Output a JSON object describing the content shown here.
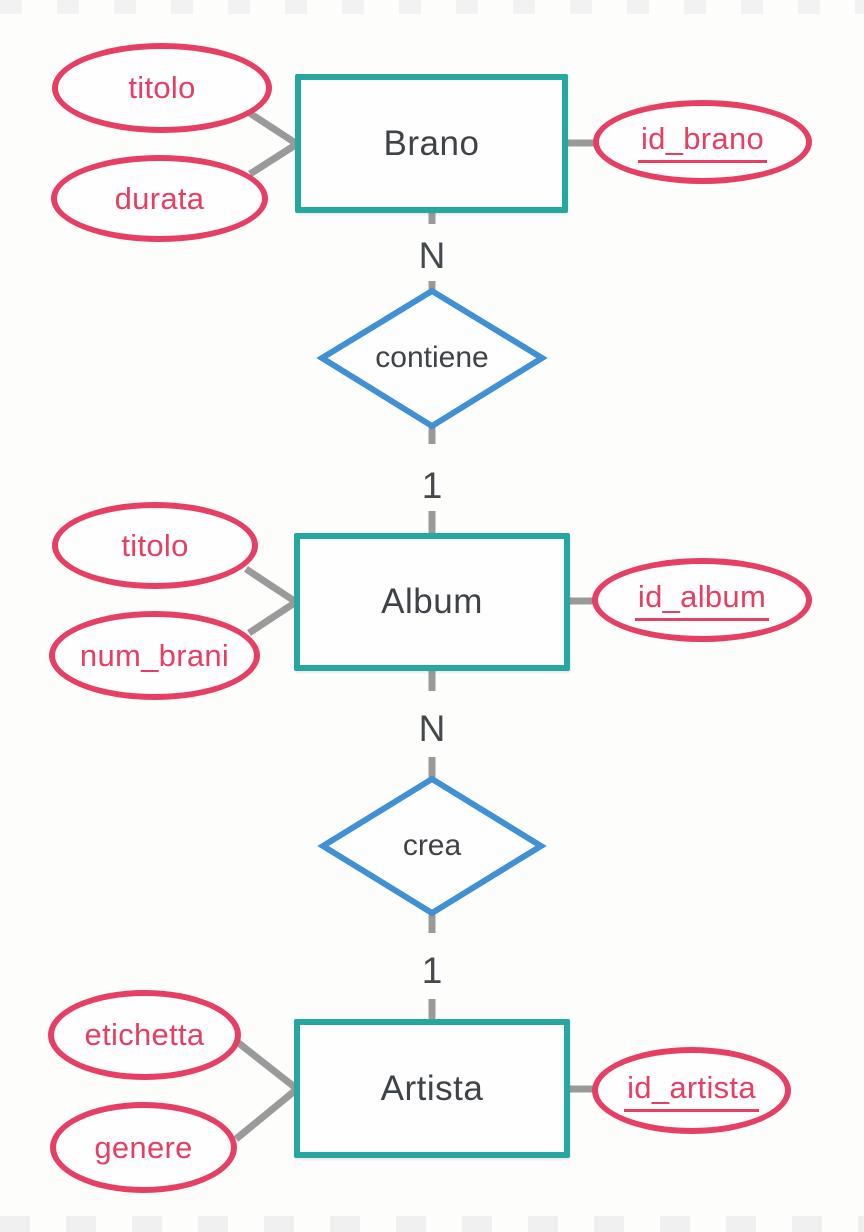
{
  "colors": {
    "entity_border": "#26a8a0",
    "attribute_pink": "#e73f64",
    "relationship_blue": "#3f90d5",
    "connector_gray": "#9a9a9a",
    "text_dark": "#3f4347"
  },
  "entities": [
    {
      "name": "Brano",
      "attributes": [
        "titolo",
        "durata"
      ],
      "key": "id_brano"
    },
    {
      "name": "Album",
      "attributes": [
        "titolo",
        "num_brani"
      ],
      "key": "id_album"
    },
    {
      "name": "Artista",
      "attributes": [
        "etichetta",
        "genere"
      ],
      "key": "id_artista"
    }
  ],
  "relationships": [
    {
      "name": "contiene",
      "cardinality_n": "N",
      "cardinality_1": "1"
    },
    {
      "name": "crea",
      "cardinality_n": "N",
      "cardinality_1": "1"
    }
  ]
}
